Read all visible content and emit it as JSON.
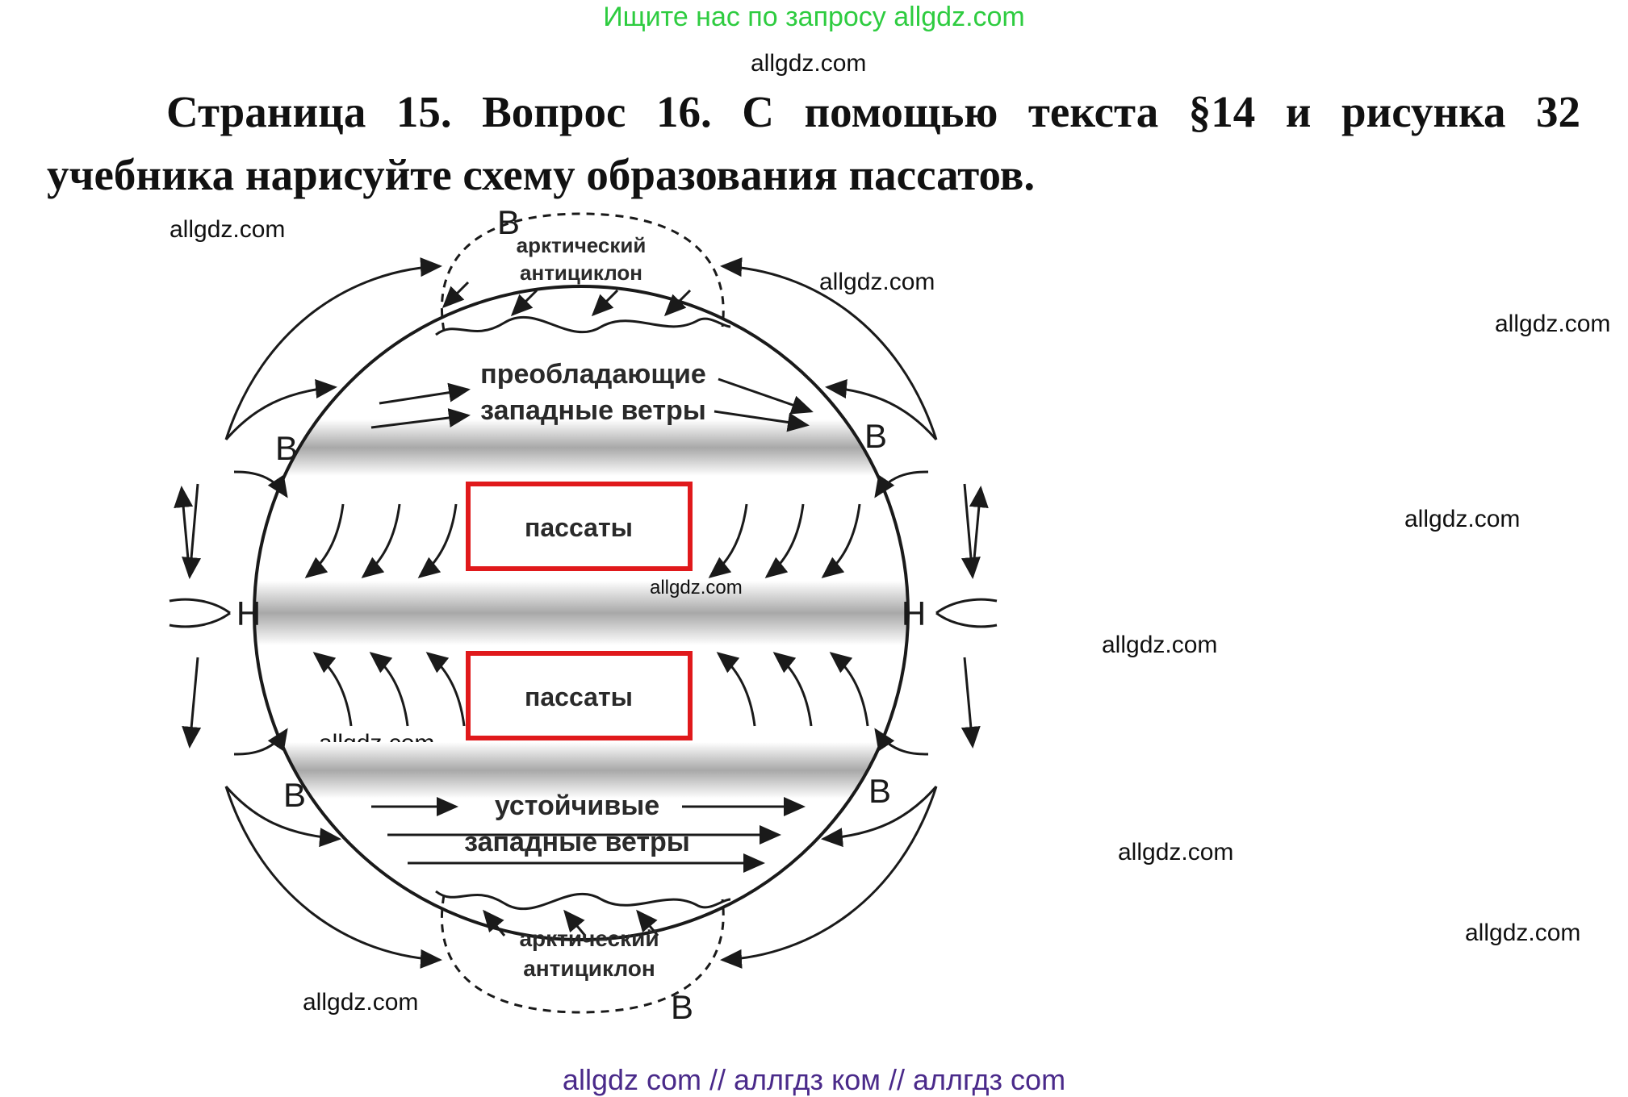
{
  "banner": {
    "text": "Ищите нас по запросу allgdz.com",
    "color": "#2ecc40"
  },
  "watermark": "allgdz.com",
  "heading": {
    "words_line1": [
      "Страница",
      "15.",
      "Вопрос",
      "16.",
      "С",
      "помощью",
      "текста",
      "§14",
      "и",
      "рисунка",
      "32"
    ],
    "line2": "учебника нарисуйте схему образования пассатов."
  },
  "diagram": {
    "arctic_anticyclone_top": [
      "арктический",
      "антициклон"
    ],
    "arctic_anticyclone_bottom": [
      "арктический",
      "антициклон"
    ],
    "prevailing_westerlies": [
      "преобладающие",
      "западные ветры"
    ],
    "stable_westerlies": [
      "устойчивые",
      "западные ветры"
    ],
    "trade_winds_north": "пассаты",
    "trade_winds_south": "пассаты",
    "high_pressure_letter": "В",
    "low_pressure_letter": "Н",
    "highlight_color": "#e0191b"
  },
  "bottom_bar": {
    "text": "allgdz com  //  аллгдз ком  //  аллгдз com",
    "color": "#4a2a8a"
  }
}
